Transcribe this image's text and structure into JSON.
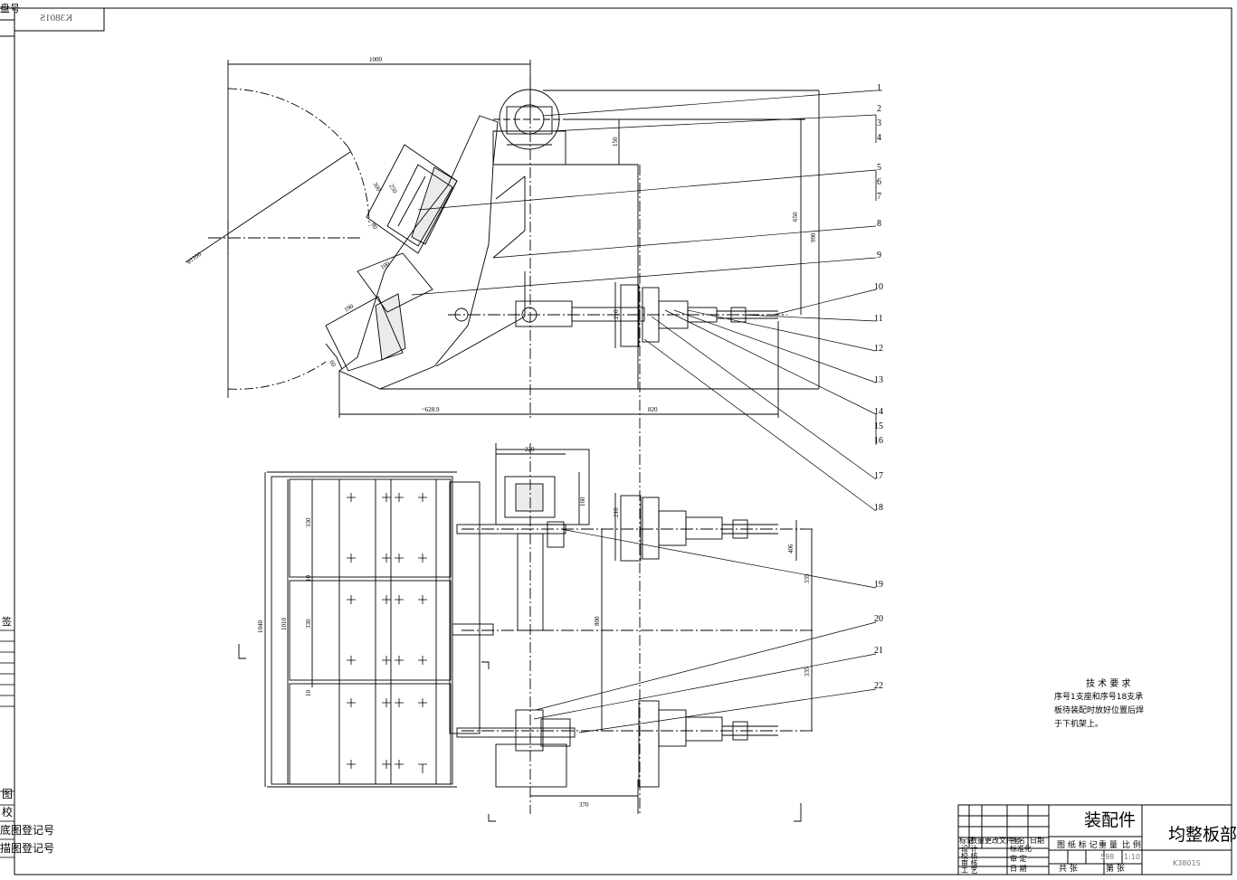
{
  "sheet": {
    "code_box": "K3801S",
    "left_strip": {
      "top_label": "盘号",
      "sign_label": "签",
      "bottom_labels": [
        "图",
        "校",
        "底图登记号",
        "描图登记号"
      ]
    }
  },
  "dimensions": {
    "d1000": "1000",
    "d1100": "φ1100",
    "d150": "150",
    "d650": "650",
    "d990": "990",
    "d628": "~628.9",
    "d820": "820",
    "d210": "210",
    "d220": "220",
    "d160": "160",
    "d210b": "210",
    "d406": "406",
    "d335a": "335",
    "d335b": "335",
    "d800": "800",
    "d1040": "1040",
    "d1010": "1010",
    "d330": "330",
    "d10a": "10",
    "d330b": "330",
    "d10b": "10",
    "d370": "370",
    "d300": "300",
    "d250": "250",
    "d80": "80",
    "d100": "100",
    "d190": "190",
    "d60": "60"
  },
  "callouts": [
    "1",
    "2",
    "3",
    "4",
    "5",
    "6",
    "7",
    "8",
    "9",
    "10",
    "11",
    "12",
    "13",
    "14",
    "15",
    "16",
    "17",
    "18",
    "19",
    "20",
    "21",
    "22"
  ],
  "notes": {
    "title": "技 术 要 求",
    "lines": [
      "序号1支座和序号18支承",
      "板待装配时放好位置后焊",
      "于下机架上。"
    ]
  },
  "title_block": {
    "assembly_label": "装配件",
    "drawing_name": "均整板部件",
    "drawing_code": "K3801S",
    "rev_headers": [
      "标记",
      "数量",
      "更改文件号",
      "签名",
      "日期"
    ],
    "sign_rows": [
      "设 计",
      "校 核",
      "审 核",
      "工 艺"
    ],
    "sign_rows2": [
      "标准化",
      "审 定",
      "日 期"
    ],
    "columns": [
      "图 纸 标 记",
      "重 量",
      "比 例"
    ],
    "weight": "598",
    "scale": "1:10",
    "sheet_total": "共    张",
    "sheet_no": "第    张"
  }
}
